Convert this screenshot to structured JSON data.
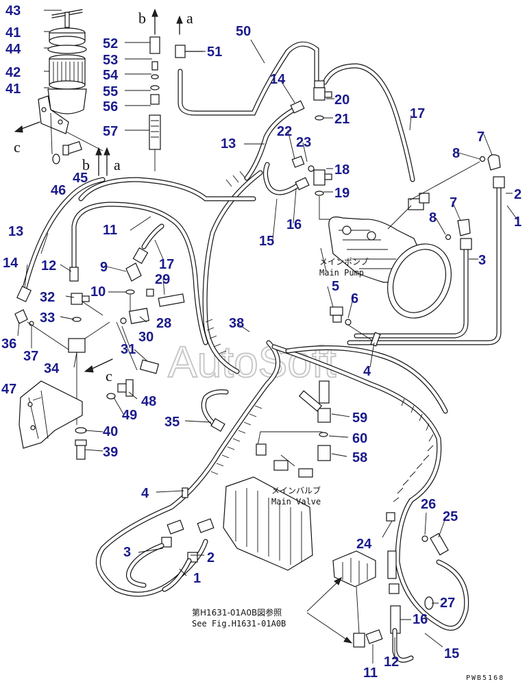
{
  "diagram": {
    "labels": {
      "main_pump_jp": "メインポンプ",
      "main_pump_en": "Main Pump",
      "main_valve_jp": "メインバルブ",
      "main_valve_en": "Main Valve",
      "see_fig_jp": "第H1631-01A0B図参照",
      "see_fig_en": "See Fig.H1631-01A0B",
      "watermark": "AutoSoft",
      "code": "PWB5168",
      "arrow_a": "a",
      "arrow_b": "b",
      "arrow_c": "c"
    },
    "part_numbers": [
      "43",
      "41",
      "44",
      "42",
      "41",
      "46",
      "45",
      "52",
      "53",
      "54",
      "55",
      "56",
      "57",
      "50",
      "51",
      "14",
      "20",
      "21",
      "17",
      "13",
      "22",
      "23",
      "18",
      "19",
      "16",
      "15",
      "8",
      "7",
      "2",
      "1",
      "3",
      "8",
      "7",
      "11",
      "17",
      "13",
      "14",
      "12",
      "9",
      "10",
      "29",
      "32",
      "33",
      "36",
      "37",
      "28",
      "30",
      "31",
      "34",
      "38",
      "5",
      "6",
      "4",
      "47",
      "48",
      "49",
      "40",
      "39",
      "35",
      "59",
      "60",
      "58",
      "4",
      "3",
      "2",
      "1",
      "26",
      "25",
      "24",
      "27",
      "16",
      "15",
      "11",
      "12"
    ]
  }
}
